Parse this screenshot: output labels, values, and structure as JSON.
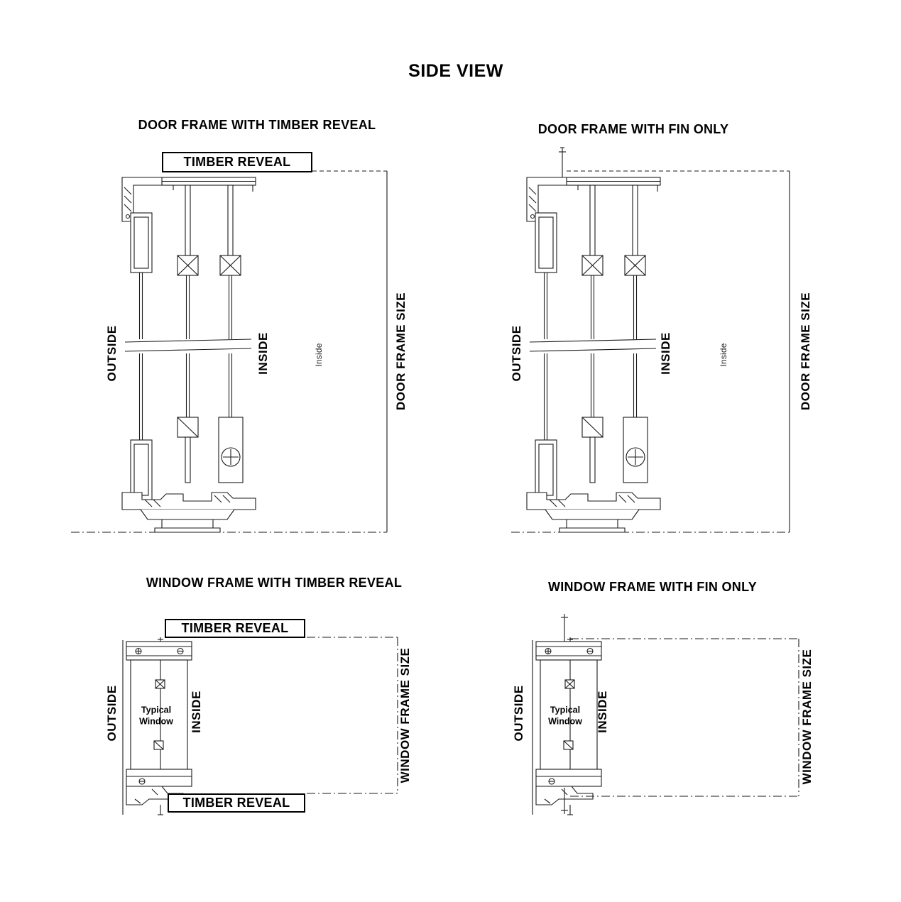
{
  "title": "SIDE VIEW",
  "colors": {
    "ink": "#000000",
    "background": "#ffffff"
  },
  "panels": {
    "door_timber": {
      "title": "DOOR FRAME WITH TIMBER REVEAL",
      "timber_reveal_label": "TIMBER REVEAL",
      "outside_label": "OUTSIDE",
      "inside_label": "INSIDE",
      "inside_small_label": "Inside",
      "dimension_label": "DOOR FRAME SIZE"
    },
    "door_fin": {
      "title": "DOOR FRAME WITH FIN ONLY",
      "outside_label": "OUTSIDE",
      "inside_label": "INSIDE",
      "inside_small_label": "Inside",
      "dimension_label": "DOOR FRAME SIZE"
    },
    "window_timber": {
      "title": "WINDOW FRAME WITH TIMBER REVEAL",
      "timber_reveal_top_label": "TIMBER REVEAL",
      "timber_reveal_bottom_label": "TIMBER REVEAL",
      "outside_label": "OUTSIDE",
      "inside_label": "INSIDE",
      "window_label": "Typical Window",
      "dimension_label": "WINDOW FRAME SIZE"
    },
    "window_fin": {
      "title": "WINDOW FRAME WITH FIN ONLY",
      "outside_label": "OUTSIDE",
      "inside_label": "INSIDE",
      "window_label": "Typical Window",
      "dimension_label": "WINDOW FRAME SIZE"
    }
  }
}
